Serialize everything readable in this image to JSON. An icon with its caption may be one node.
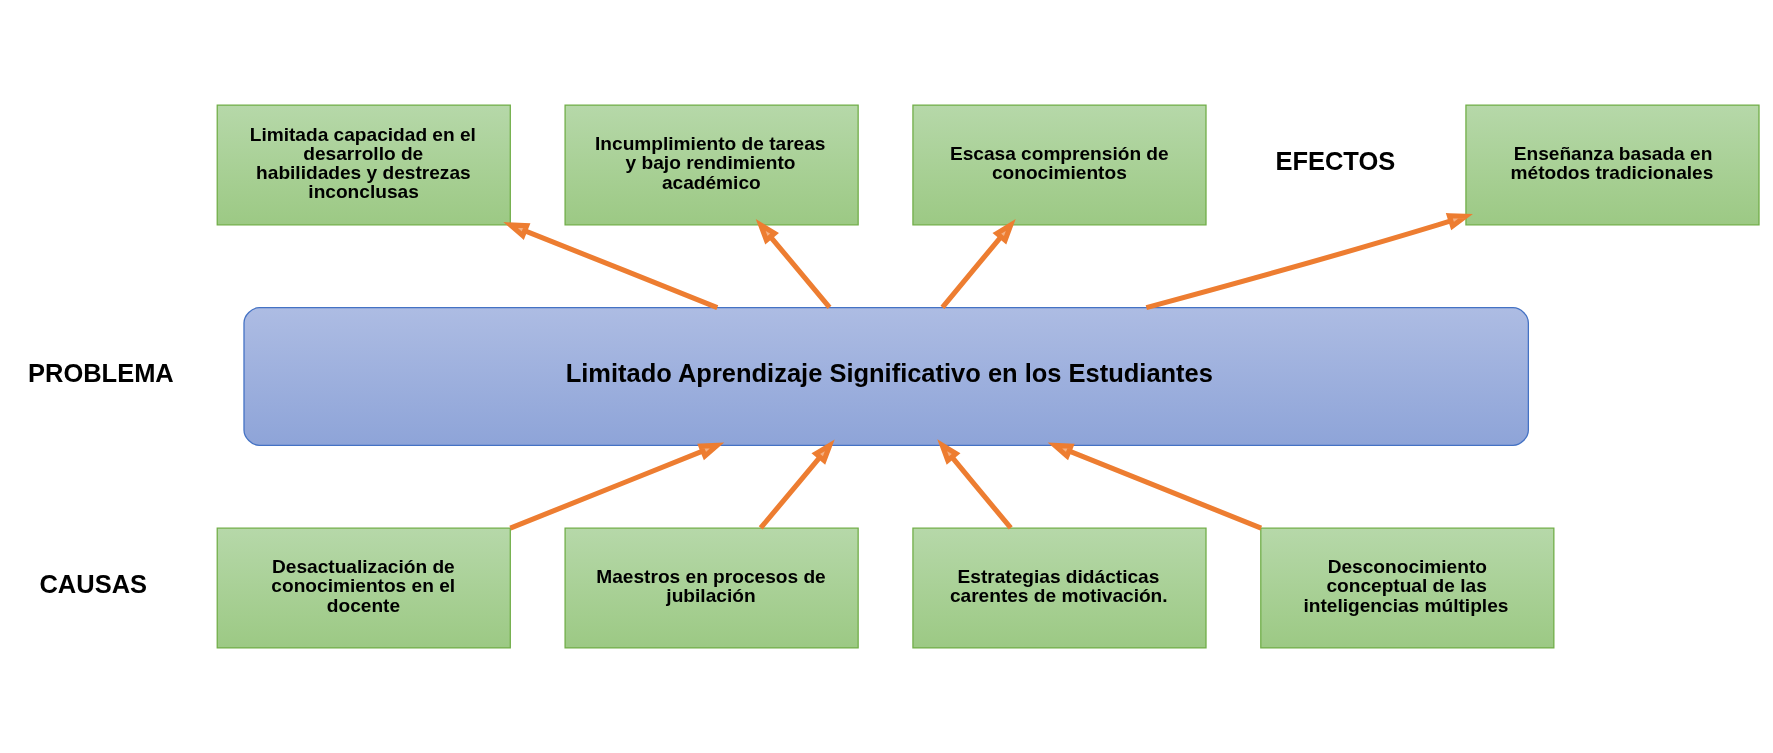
{
  "diagram": {
    "nodes": [
      {
        "text": [
          "Enseñanza basada en métodos tradicionales"
        ]
      },
      {
        "text": [
          "Limitada capacidad en el desarrollo de habilidades y destrezas inconclusas"
        ]
      },
      {
        "text": [
          "Incumplimiento de tareas y bajo rendimiento académico"
        ]
      },
      {
        "text": [
          "Escasa comprensión de conocimientos"
        ]
      },
      {
        "text": [
          "Limitado Aprendizaje Significativo en los Estudiantes"
        ]
      },
      {
        "text": [
          "Desactualización de conocimientos en el docente"
        ]
      },
      {
        "text": [
          "Maestros en procesos de jubilación"
        ]
      },
      {
        "text": [
          "Estrategias didácticas carentes de motivación."
        ]
      },
      {
        "text": [
          "Desconocimiento conceptual de las inteligencias múltiples"
        ]
      }
    ],
    "edges": [
      {
        "from": 4,
        "to": 0,
        "arrow": "to"
      },
      {
        "from": 4,
        "to": 1,
        "arrow": "to"
      },
      {
        "from": 4,
        "to": 2,
        "arrow": "to"
      },
      {
        "from": 4,
        "to": 3,
        "arrow": "to"
      },
      {
        "from": 5,
        "to": 4,
        "arrow": "to"
      },
      {
        "from": 6,
        "to": 4,
        "arrow": "to"
      },
      {
        "from": 7,
        "to": 4,
        "arrow": "to"
      },
      {
        "from": 8,
        "to": 4,
        "arrow": "to"
      }
    ],
    "labels": [
      "EFECTOS",
      "PROBLEMA",
      "CAUSAS"
    ]
  }
}
